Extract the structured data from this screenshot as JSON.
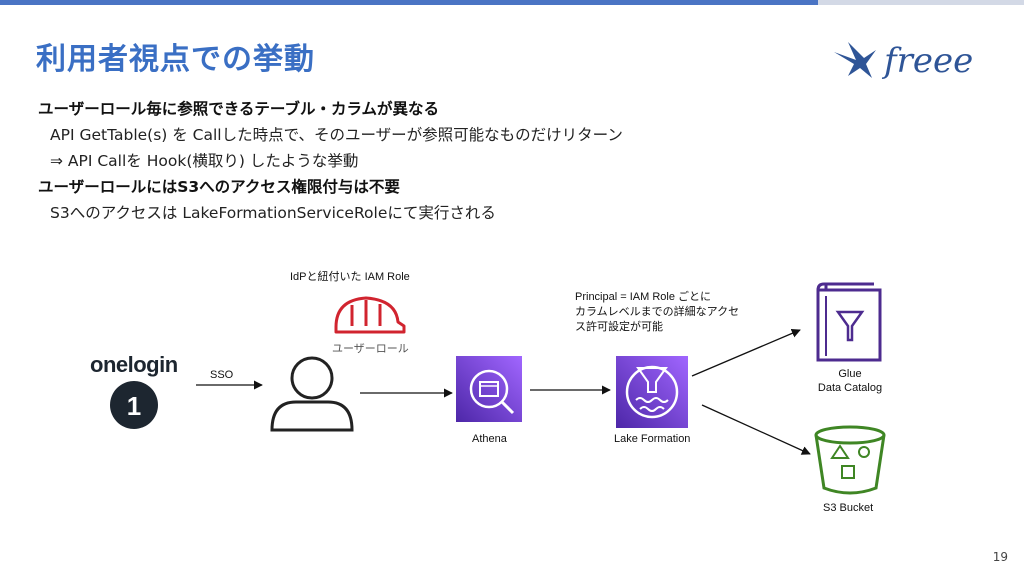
{
  "slide": {
    "title": "利用者視点での挙動",
    "page_number": "19"
  },
  "brand": {
    "logo_text": "freee",
    "colors": {
      "title": "#3a6fc4",
      "top_bar": "#4a74c4",
      "role_red": "#d1242f",
      "aws_purple": "#6b3fc7",
      "glue_purple": "#4d2b8f",
      "s3_green": "#3f8624"
    }
  },
  "bullets": [
    {
      "text": "ユーザーロール毎に参照できるテーブル・カラムが異なる",
      "heading": true
    },
    {
      "text": "API GetTable(s) を Callした時点で、そのユーザーが参照可能なものだけリターン",
      "heading": false
    },
    {
      "text": "⇒ API Callを Hook(横取り) したような挙動",
      "heading": false
    },
    {
      "text": "ユーザーロールにはS3へのアクセス権限付与は不要",
      "heading": true
    },
    {
      "text": "S3へのアクセスは LakeFormationServiceRoleにて実行される",
      "heading": false
    }
  ],
  "diagram": {
    "idp_note": "IdPと紐付いた IAM Role",
    "user_role_label": "ユーザーロール",
    "onelogin_label": "onelogin",
    "onelogin_badge": "1",
    "sso_label": "SSO",
    "athena_label": "Athena",
    "lake_formation_label": "Lake Formation",
    "principal_note": [
      "Principal = IAM Role ごとに",
      "カラムレベルまでの詳細なアクセ",
      "ス許可設定が可能"
    ],
    "glue_label": [
      "Glue",
      "Data Catalog"
    ],
    "s3_label": "S3 Bucket",
    "icons": [
      "helmet-icon",
      "user-icon",
      "athena-icon",
      "lake-formation-icon",
      "glue-catalog-icon",
      "s3-bucket-icon",
      "swallow-icon"
    ]
  }
}
